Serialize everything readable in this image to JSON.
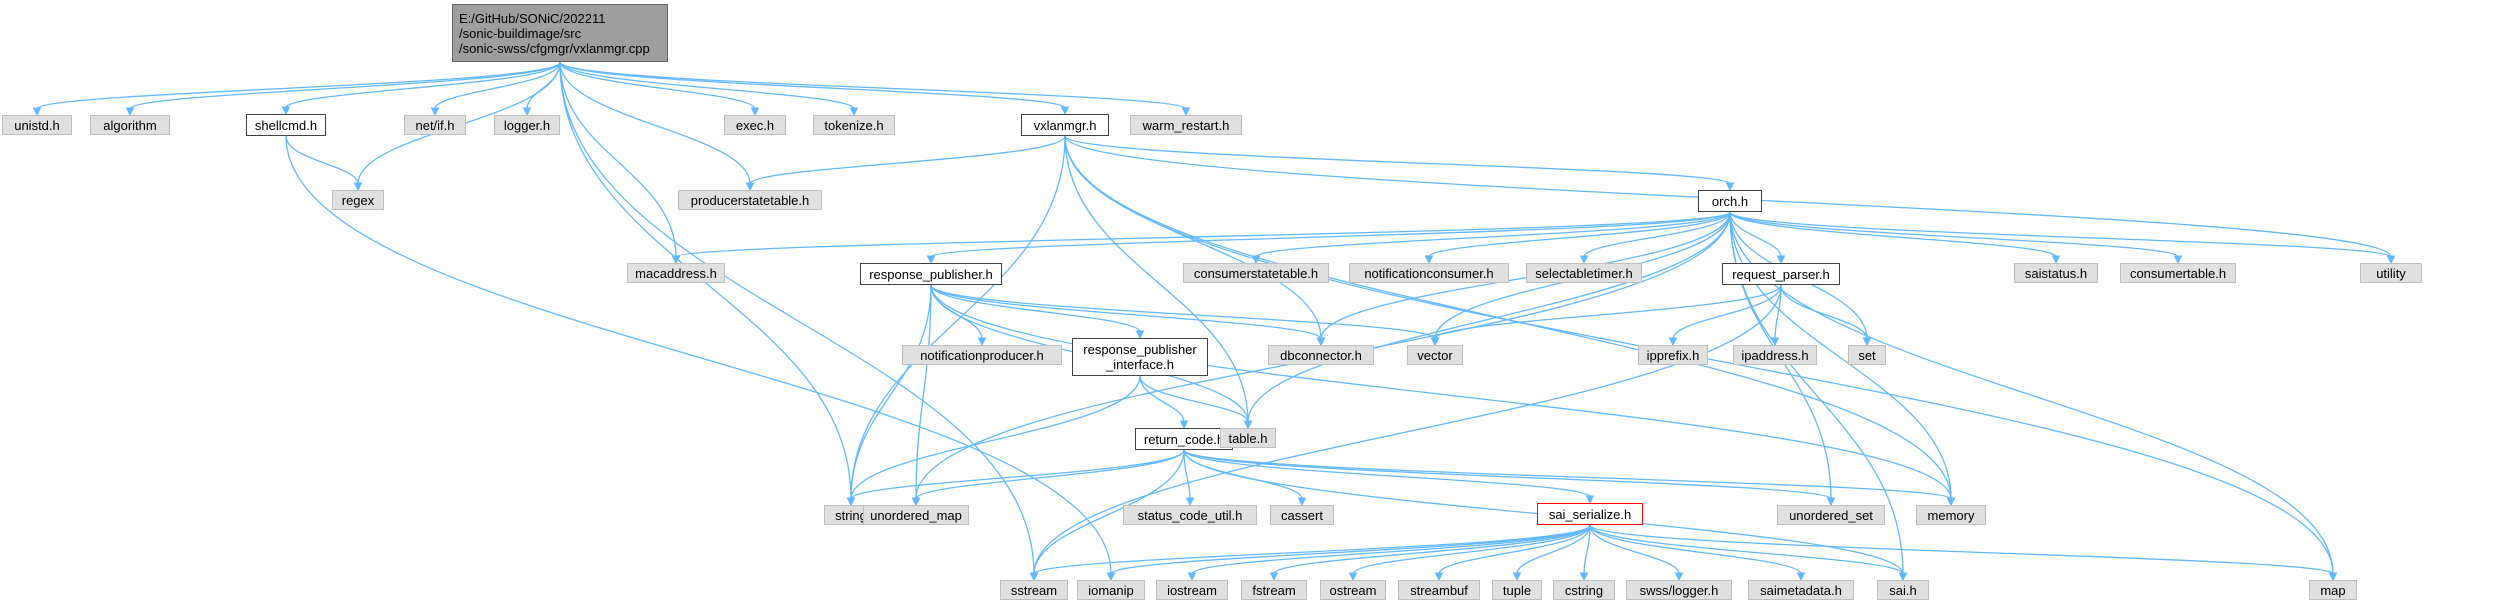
{
  "graph": {
    "nodes": [
      {
        "id": "root",
        "label": "E:/GitHub/SONiC/202211\n/sonic-buildimage/src\n/sonic-swss/cfgmgr/vxlanmgr.cpp",
        "kind": "root"
      },
      {
        "id": "unistd",
        "label": "unistd.h",
        "kind": "ext"
      },
      {
        "id": "algorithm",
        "label": "algorithm",
        "kind": "ext"
      },
      {
        "id": "shellcmd",
        "label": "shellcmd.h",
        "kind": "file"
      },
      {
        "id": "netif",
        "label": "net/if.h",
        "kind": "ext"
      },
      {
        "id": "loggerh",
        "label": "logger.h",
        "kind": "ext"
      },
      {
        "id": "exec",
        "label": "exec.h",
        "kind": "ext"
      },
      {
        "id": "tokenize",
        "label": "tokenize.h",
        "kind": "ext"
      },
      {
        "id": "vxlanmgr",
        "label": "vxlanmgr.h",
        "kind": "file"
      },
      {
        "id": "warm_restart",
        "label": "warm_restart.h",
        "kind": "ext"
      },
      {
        "id": "regex",
        "label": "regex",
        "kind": "ext"
      },
      {
        "id": "producerstatetable",
        "label": "producerstatetable.h",
        "kind": "ext"
      },
      {
        "id": "orch",
        "label": "orch.h",
        "kind": "file"
      },
      {
        "id": "macaddress",
        "label": "macaddress.h",
        "kind": "ext"
      },
      {
        "id": "response_publisher",
        "label": "response_publisher.h",
        "kind": "file"
      },
      {
        "id": "consumerstatetable",
        "label": "consumerstatetable.h",
        "kind": "ext"
      },
      {
        "id": "notificationconsumer",
        "label": "notificationconsumer.h",
        "kind": "ext"
      },
      {
        "id": "selectabletimer",
        "label": "selectabletimer.h",
        "kind": "ext"
      },
      {
        "id": "request_parser",
        "label": "request_parser.h",
        "kind": "file"
      },
      {
        "id": "saistatus",
        "label": "saistatus.h",
        "kind": "ext"
      },
      {
        "id": "consumertable",
        "label": "consumertable.h",
        "kind": "ext"
      },
      {
        "id": "utility",
        "label": "utility",
        "kind": "ext"
      },
      {
        "id": "notificationproducer",
        "label": "notificationproducer.h",
        "kind": "ext"
      },
      {
        "id": "response_publisher_interface",
        "label": "response_publisher\n_interface.h",
        "kind": "file"
      },
      {
        "id": "dbconnector",
        "label": "dbconnector.h",
        "kind": "ext"
      },
      {
        "id": "vector",
        "label": "vector",
        "kind": "ext"
      },
      {
        "id": "ipprefix",
        "label": "ipprefix.h",
        "kind": "ext"
      },
      {
        "id": "ipaddress",
        "label": "ipaddress.h",
        "kind": "ext"
      },
      {
        "id": "set",
        "label": "set",
        "kind": "ext"
      },
      {
        "id": "return_code",
        "label": "return_code.h",
        "kind": "file"
      },
      {
        "id": "table",
        "label": "table.h",
        "kind": "ext"
      },
      {
        "id": "string",
        "label": "string",
        "kind": "ext"
      },
      {
        "id": "unordered_map",
        "label": "unordered_map",
        "kind": "ext"
      },
      {
        "id": "status_code_util",
        "label": "status_code_util.h",
        "kind": "ext"
      },
      {
        "id": "cassert",
        "label": "cassert",
        "kind": "ext"
      },
      {
        "id": "sai_serialize",
        "label": "sai_serialize.h",
        "kind": "red"
      },
      {
        "id": "unordered_set",
        "label": "unordered_set",
        "kind": "ext"
      },
      {
        "id": "memory",
        "label": "memory",
        "kind": "ext"
      },
      {
        "id": "sstream",
        "label": "sstream",
        "kind": "ext"
      },
      {
        "id": "iomanip",
        "label": "iomanip",
        "kind": "ext"
      },
      {
        "id": "iostream",
        "label": "iostream",
        "kind": "ext"
      },
      {
        "id": "fstream",
        "label": "fstream",
        "kind": "ext"
      },
      {
        "id": "ostream",
        "label": "ostream",
        "kind": "ext"
      },
      {
        "id": "streambuf",
        "label": "streambuf",
        "kind": "ext"
      },
      {
        "id": "tuple",
        "label": "tuple",
        "kind": "ext"
      },
      {
        "id": "cstring",
        "label": "cstring",
        "kind": "ext"
      },
      {
        "id": "swsslogger",
        "label": "swss/logger.h",
        "kind": "ext"
      },
      {
        "id": "saimetadata",
        "label": "saimetadata.h",
        "kind": "ext"
      },
      {
        "id": "sai",
        "label": "sai.h",
        "kind": "ext"
      },
      {
        "id": "map",
        "label": "map",
        "kind": "ext"
      }
    ],
    "edges": [
      [
        "root",
        "unistd"
      ],
      [
        "root",
        "algorithm"
      ],
      [
        "root",
        "shellcmd"
      ],
      [
        "root",
        "regex"
      ],
      [
        "root",
        "netif"
      ],
      [
        "root",
        "loggerh"
      ],
      [
        "root",
        "macaddress"
      ],
      [
        "root",
        "exec"
      ],
      [
        "root",
        "tokenize"
      ],
      [
        "root",
        "producerstatetable"
      ],
      [
        "root",
        "vxlanmgr"
      ],
      [
        "root",
        "warm_restart"
      ],
      [
        "root",
        "string"
      ],
      [
        "root",
        "sstream"
      ],
      [
        "shellcmd",
        "regex"
      ],
      [
        "shellcmd",
        "iomanip"
      ],
      [
        "vxlanmgr",
        "producerstatetable"
      ],
      [
        "vxlanmgr",
        "orch"
      ],
      [
        "vxlanmgr",
        "string"
      ],
      [
        "vxlanmgr",
        "dbconnector"
      ],
      [
        "vxlanmgr",
        "table"
      ],
      [
        "vxlanmgr",
        "utility"
      ],
      [
        "vxlanmgr",
        "memory"
      ],
      [
        "vxlanmgr",
        "map"
      ],
      [
        "orch",
        "macaddress"
      ],
      [
        "orch",
        "response_publisher"
      ],
      [
        "orch",
        "consumerstatetable"
      ],
      [
        "orch",
        "notificationconsumer"
      ],
      [
        "orch",
        "selectabletimer"
      ],
      [
        "orch",
        "request_parser"
      ],
      [
        "orch",
        "saistatus"
      ],
      [
        "orch",
        "consumertable"
      ],
      [
        "orch",
        "utility"
      ],
      [
        "orch",
        "dbconnector"
      ],
      [
        "orch",
        "vector"
      ],
      [
        "orch",
        "set"
      ],
      [
        "orch",
        "table"
      ],
      [
        "orch",
        "unordered_map"
      ],
      [
        "orch",
        "unordered_set"
      ],
      [
        "orch",
        "memory"
      ],
      [
        "orch",
        "sai"
      ],
      [
        "orch",
        "map"
      ],
      [
        "response_publisher",
        "notificationproducer"
      ],
      [
        "response_publisher",
        "response_publisher_interface"
      ],
      [
        "response_publisher",
        "dbconnector"
      ],
      [
        "response_publisher",
        "vector"
      ],
      [
        "response_publisher",
        "table"
      ],
      [
        "response_publisher",
        "string"
      ],
      [
        "response_publisher",
        "unordered_map"
      ],
      [
        "response_publisher",
        "memory"
      ],
      [
        "request_parser",
        "vector"
      ],
      [
        "request_parser",
        "ipprefix"
      ],
      [
        "request_parser",
        "ipaddress"
      ],
      [
        "request_parser",
        "set"
      ],
      [
        "request_parser",
        "sstream"
      ],
      [
        "response_publisher_interface",
        "return_code"
      ],
      [
        "response_publisher_interface",
        "table"
      ],
      [
        "response_publisher_interface",
        "string"
      ],
      [
        "return_code",
        "string"
      ],
      [
        "return_code",
        "unordered_map"
      ],
      [
        "return_code",
        "status_code_util"
      ],
      [
        "return_code",
        "cassert"
      ],
      [
        "return_code",
        "sai_serialize"
      ],
      [
        "return_code",
        "unordered_set"
      ],
      [
        "return_code",
        "memory"
      ],
      [
        "return_code",
        "sstream"
      ],
      [
        "return_code",
        "sai"
      ],
      [
        "sai_serialize",
        "sstream"
      ],
      [
        "sai_serialize",
        "iomanip"
      ],
      [
        "sai_serialize",
        "iostream"
      ],
      [
        "sai_serialize",
        "fstream"
      ],
      [
        "sai_serialize",
        "ostream"
      ],
      [
        "sai_serialize",
        "streambuf"
      ],
      [
        "sai_serialize",
        "tuple"
      ],
      [
        "sai_serialize",
        "cstring"
      ],
      [
        "sai_serialize",
        "swsslogger"
      ],
      [
        "sai_serialize",
        "saimetadata"
      ],
      [
        "sai_serialize",
        "sai"
      ],
      [
        "sai_serialize",
        "map"
      ]
    ]
  }
}
